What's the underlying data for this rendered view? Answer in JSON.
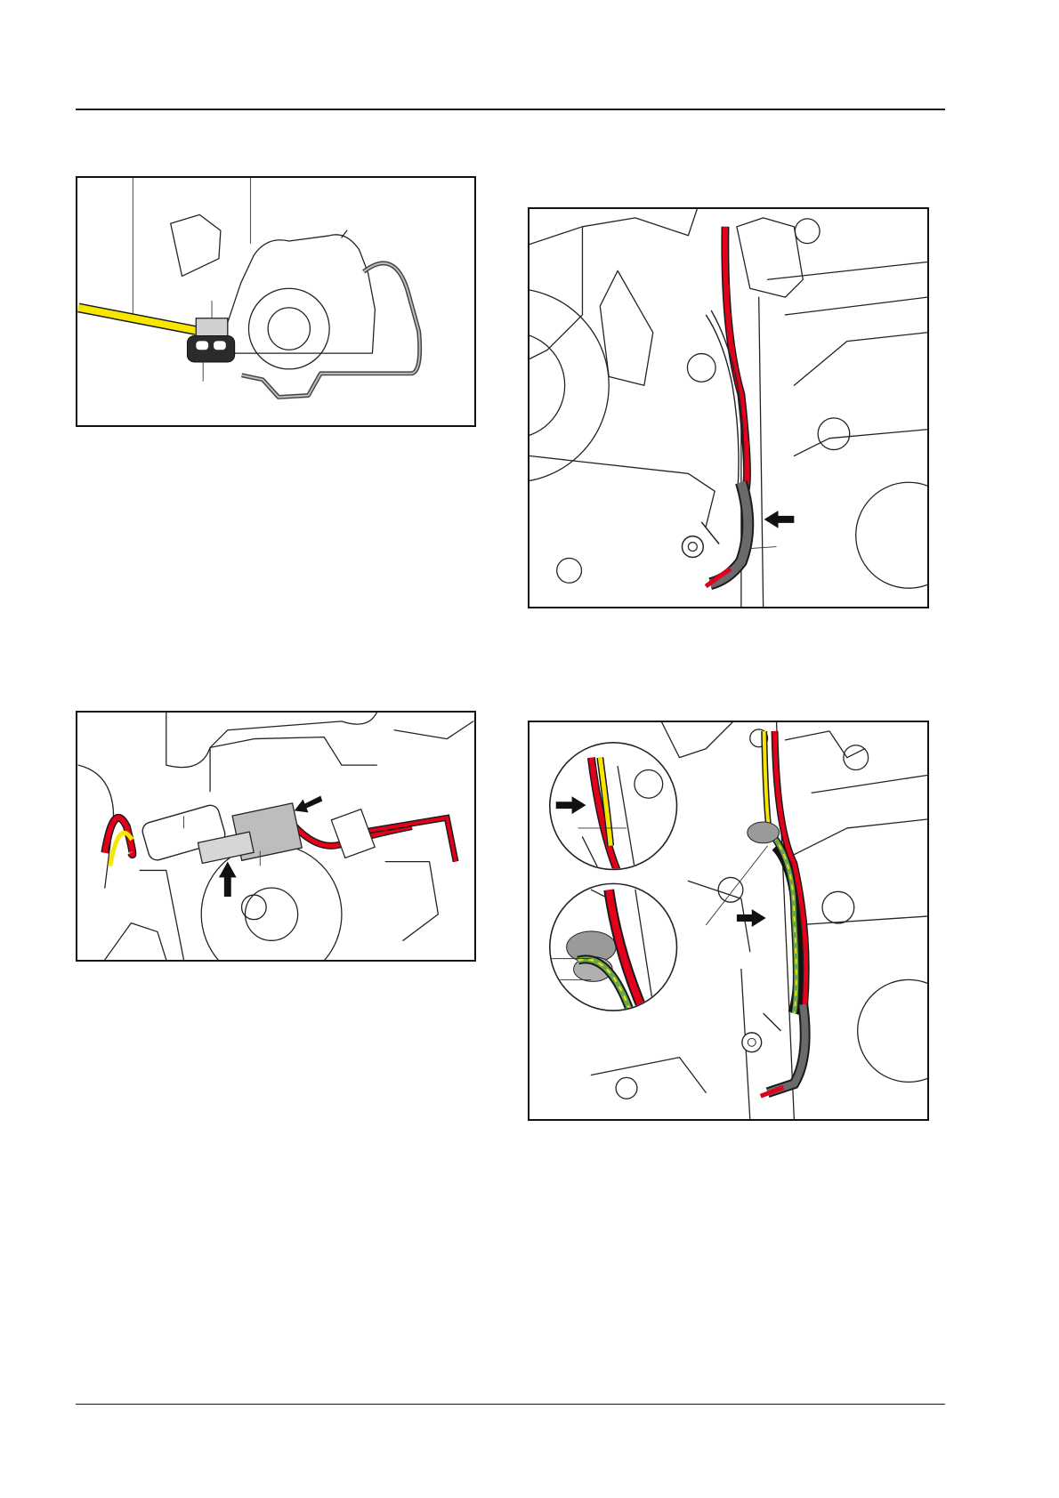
{
  "page": {
    "figures": [
      {
        "id": "fig1",
        "subject": "ignition-module-wire-clip"
      },
      {
        "id": "fig2",
        "subject": "crankcase-wire-routing"
      },
      {
        "id": "fig3",
        "subject": "connector-assembly"
      },
      {
        "id": "fig4",
        "subject": "grommet-wire-routing-detail"
      }
    ]
  },
  "colors": {
    "wire_red": "#e3001b",
    "wire_yellow": "#f7e600",
    "wire_black": "#2b2b2b",
    "wire_green": "#6aa84f",
    "part_grey": "#b5b5b5",
    "line": "#222222"
  }
}
